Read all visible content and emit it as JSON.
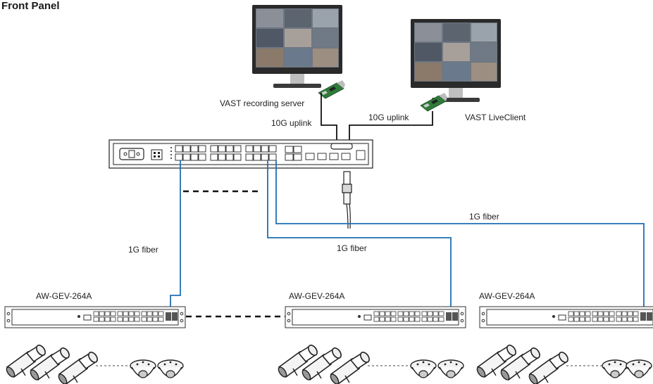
{
  "title": "Front Panel",
  "labels": {
    "recording_server": "VAST recording server",
    "live_client": "VAST LiveClient",
    "uplink_left": "10G uplink",
    "uplink_right": "10G uplink",
    "fiber_left": "1G fiber",
    "fiber_middle": "1G fiber",
    "fiber_right": "1G fiber",
    "switch_left": "AW-GEV-264A",
    "switch_middle": "AW-GEV-264A",
    "switch_right": "AW-GEV-264A"
  },
  "colors": {
    "fiber": "#1f6fb4",
    "copper": "#111111",
    "device_outline": "#333333"
  },
  "icons": [
    "monitor-icon",
    "nic-card-icon",
    "core-switch-icon",
    "edge-switch-icon",
    "bullet-camera-icon",
    "dome-camera-icon",
    "fiber-transceiver-icon"
  ]
}
